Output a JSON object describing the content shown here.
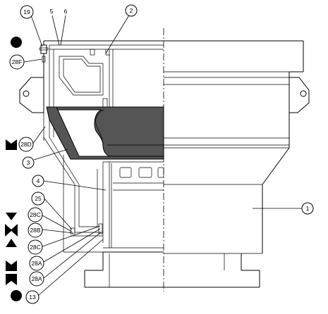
{
  "colors": {
    "line": "#000000",
    "background": "#ffffff",
    "plug_fill": "#555555",
    "symbol_fill": "#000000"
  },
  "callouts": {
    "c19": "19",
    "c5": "5",
    "c6": "6",
    "c2": "2",
    "c28f": "28F",
    "c28d": "28D",
    "c3": "3",
    "c4": "4",
    "c25": "25",
    "c28c_top": "28C",
    "c28b": "28B",
    "c28c_bottom": "28C",
    "c28a_top": "28A",
    "c28a_bottom": "28A",
    "c13": "13",
    "c1": "1"
  },
  "symbols": [
    {
      "key": "28F",
      "icon": "filled-circle-icon"
    },
    {
      "key": "28D",
      "icon": "bowtie-notch-icon"
    },
    {
      "key": "28C_top",
      "icon": "down-triangle-icon"
    },
    {
      "key": "28B",
      "icon": "bowtie-icon"
    },
    {
      "key": "28C_bottom",
      "icon": "up-triangle-icon"
    },
    {
      "key": "28A_top",
      "icon": "notched-block-icon"
    },
    {
      "key": "28A_bottom",
      "icon": "flag-block-icon"
    },
    {
      "key": "13",
      "icon": "filled-circle-icon"
    }
  ]
}
